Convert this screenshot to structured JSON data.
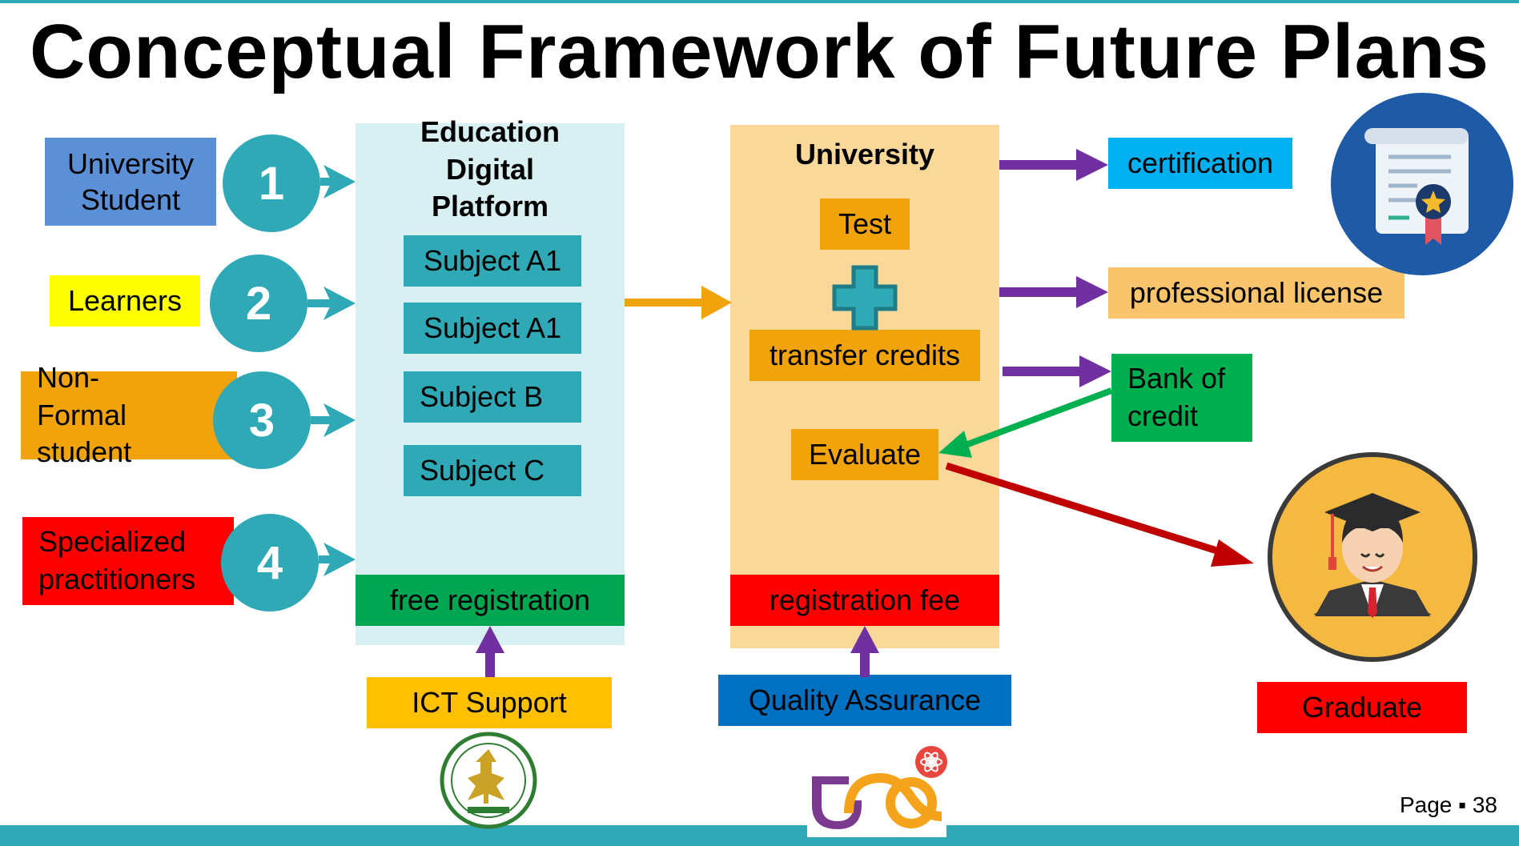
{
  "title": "Conceptual Framework of Future Plans",
  "inputs": [
    {
      "number": "1",
      "label": "University Student",
      "color": "#5b8fd6"
    },
    {
      "number": "2",
      "label": "Learners",
      "color": "#ffff00"
    },
    {
      "number": "3",
      "label": "Non-Formal student",
      "color": "#f0a30a"
    },
    {
      "number": "4",
      "label": "Specialized practitioners",
      "color": "#ff0000"
    }
  ],
  "platform": {
    "title": "Education Digital Platform",
    "subjects": [
      "Subject A1",
      "Subject A1",
      "Subject B",
      "Subject C"
    ],
    "footer": "free registration",
    "support": "ICT Support",
    "colors": {
      "panel": "#d8f0f2",
      "footer": "#00a651",
      "support": "#ffc000"
    }
  },
  "university": {
    "title": "University",
    "test": "Test",
    "transfer": "transfer credits",
    "evaluate": "Evaluate",
    "footer": "registration fee",
    "support": "Quality Assurance",
    "colors": {
      "panel": "#f9d89a",
      "footer": "#ff0000",
      "support": "#0070c0"
    }
  },
  "outcomes": {
    "certification": "certification",
    "license": "professional license",
    "bank": "Bank of credit",
    "graduate": "Graduate",
    "colors": {
      "certification": "#00b0f0",
      "license": "#f9c46b",
      "bank": "#00b050",
      "graduate": "#ff0000"
    }
  },
  "icons": [
    "certificate-icon",
    "graduate-icon",
    "plus-icon",
    "ministry-seal-logo",
    "go-logo"
  ],
  "page": "Page ▪ 38",
  "accent": "#2ea9b5"
}
